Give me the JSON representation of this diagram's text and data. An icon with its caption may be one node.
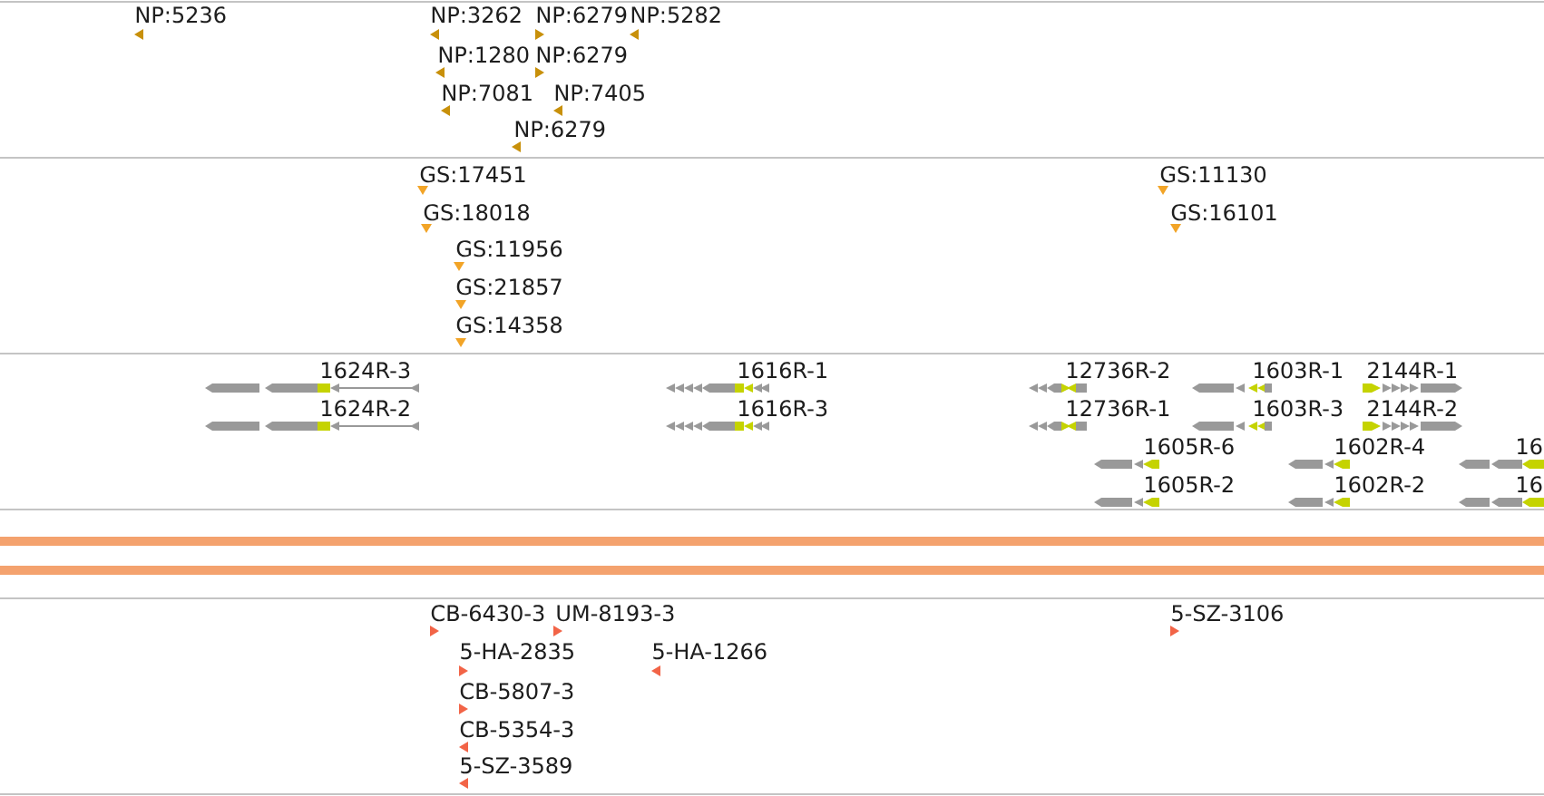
{
  "diagram": {
    "labels": [
      "NP:5236",
      "NP:3262",
      "NP:6279",
      "NP:5282",
      "NP:1280",
      "NP:6279",
      "NP:7081",
      "NP:7405",
      "NP:6279",
      "GS:17451",
      "GS:11130",
      "GS:18018",
      "GS:16101",
      "GS:11956",
      "GS:21857",
      "GS:14358",
      "1624R-3",
      "1616R-1",
      "12736R-2",
      "1603R-1",
      "2144R-1",
      "1624R-2",
      "1616R-3",
      "12736R-1",
      "1603R-3",
      "2144R-2",
      "1605R-6",
      "1602R-4",
      "16",
      "1605R-2",
      "1602R-2",
      "16",
      "CB-6430-3",
      "UM-8193-3",
      "5-SZ-3106",
      "5-HA-2835",
      "5-HA-1266",
      "CB-5807-3",
      "CB-5354-3",
      "5-SZ-3589"
    ]
  }
}
